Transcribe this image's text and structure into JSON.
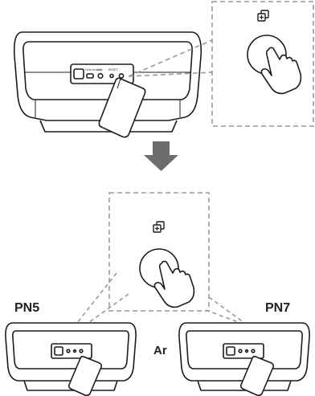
{
  "labels": {
    "left_speaker": "PN5",
    "right_speaker": "PN7",
    "middle": "Ar"
  },
  "panel": {
    "port_labels": [
      "Hybrid-Link",
      "AUX",
      "RESET"
    ]
  },
  "icons": {
    "party_add": "plus-in-squares-icon",
    "pointer": "hand-pointer-icon",
    "step_arrow": "arrow-down-icon"
  },
  "colors": {
    "arrow": "#6d6d6d",
    "stroke": "#1c1c1c",
    "dash": "#9a9a9a"
  }
}
